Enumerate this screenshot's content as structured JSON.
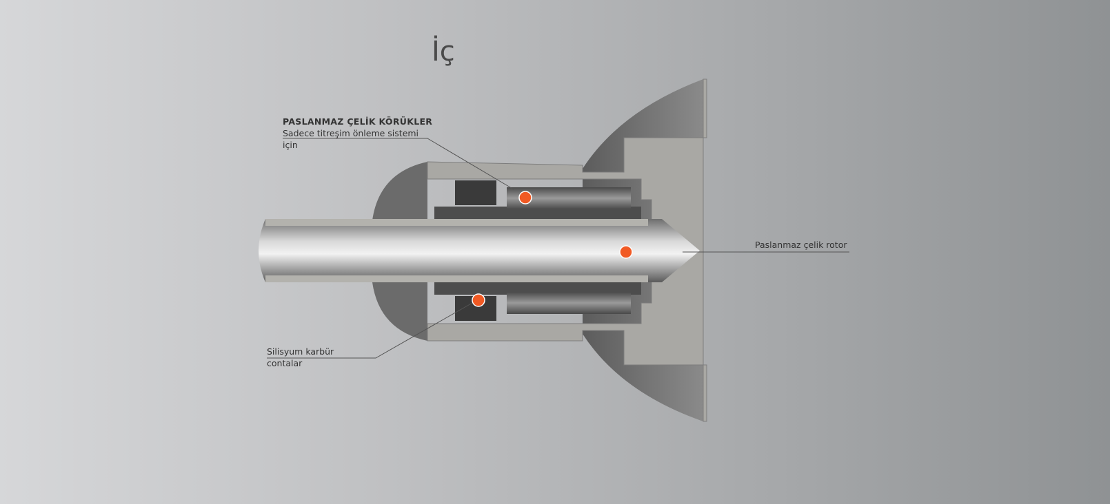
{
  "title": "İç",
  "callouts": {
    "bellows": {
      "heading": "PASLANMAZ ÇELİK KÖRÜKLER",
      "line1": "Sadece titreşim önleme sistemi",
      "line2": "için"
    },
    "rotor": {
      "text": "Paslanmaz çelik rotor"
    },
    "seals": {
      "line1": "Silisyum karbür",
      "line2": "contalar"
    }
  },
  "colors": {
    "hotspot": "#f15a24"
  }
}
